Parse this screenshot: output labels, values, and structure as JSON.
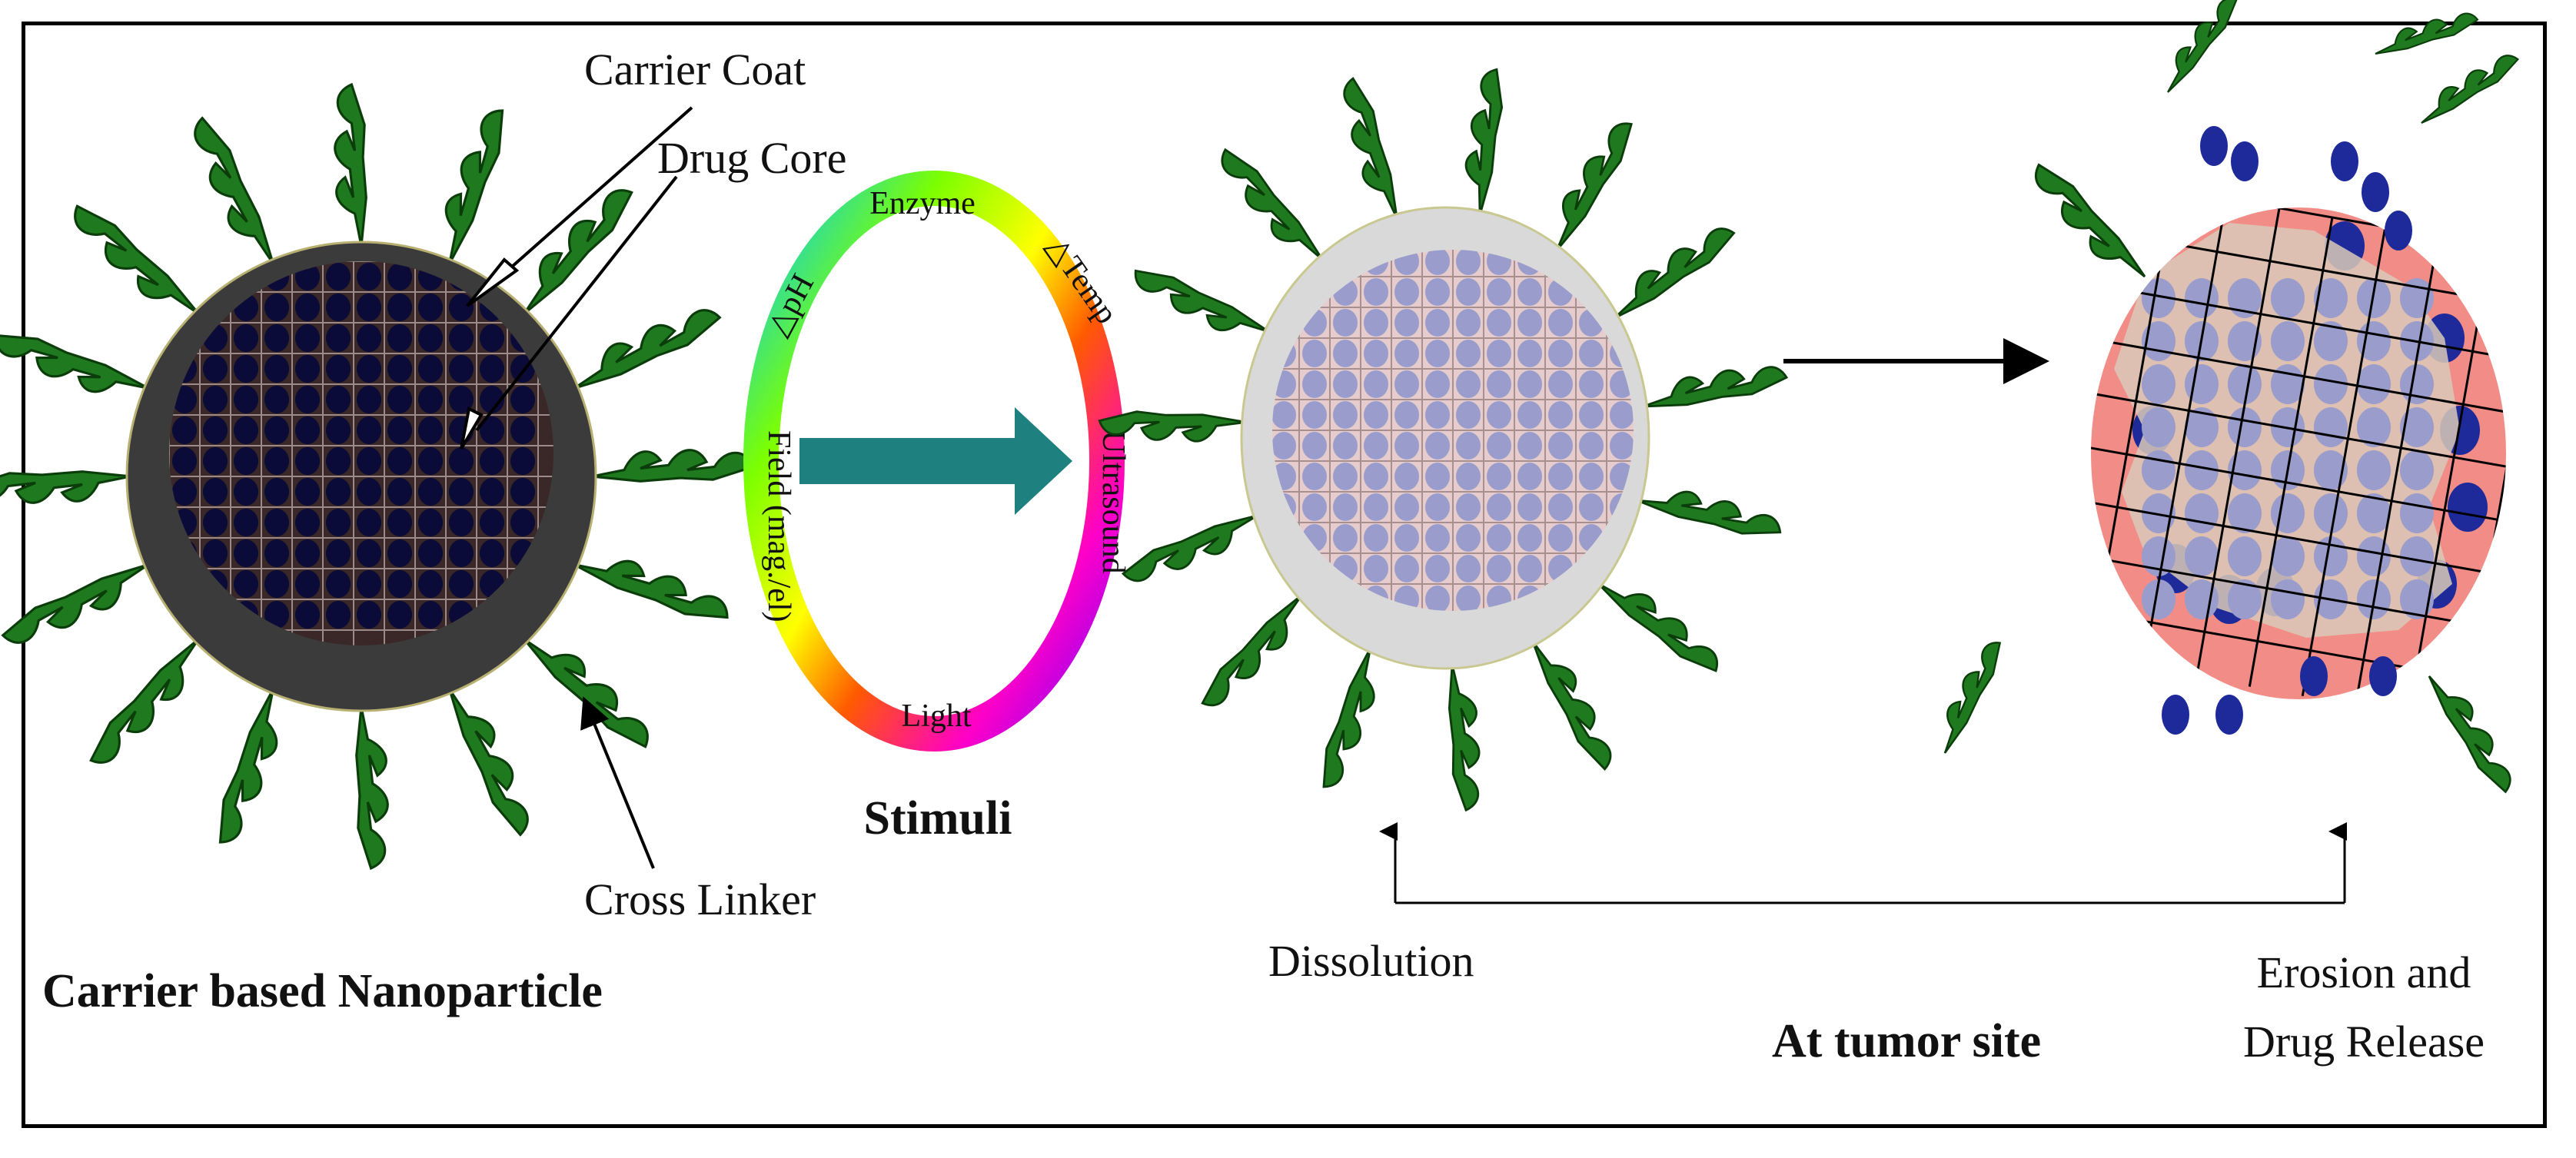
{
  "labels": {
    "carrier_coat": "Carrier Coat",
    "drug_core": "Drug Core",
    "cross_linker": "Cross Linker",
    "carrier_np": "Carrier based Nanoparticle",
    "stimuli": "Stimuli",
    "dissolution": "Dissolution",
    "at_tumor_site": "At tumor site",
    "erosion_line1": "Erosion and",
    "erosion_line2": "Drug Release"
  },
  "stimuli_ring": {
    "enzyme": "Enzyme",
    "temp": "△Temp",
    "ph": "△pH",
    "ultrasound": "Ultrasound",
    "light": "Light",
    "field": "Field (mag./el)"
  },
  "colors": {
    "leaf": "#1f7a1f",
    "leaf_stroke": "#0b3d0b",
    "coat_dark": "#3b3b3b",
    "core_brown": "#3a2828",
    "drug_dark": "#0b0b3a",
    "dissolved_shell": "#d9d9d9",
    "dissolved_core": "#e6cccc",
    "drug_light": "#9a9ccc",
    "tumor_red": "#f28c86",
    "drug_blue": "#1e2a9a",
    "arrow_teal": "#1f8080"
  }
}
